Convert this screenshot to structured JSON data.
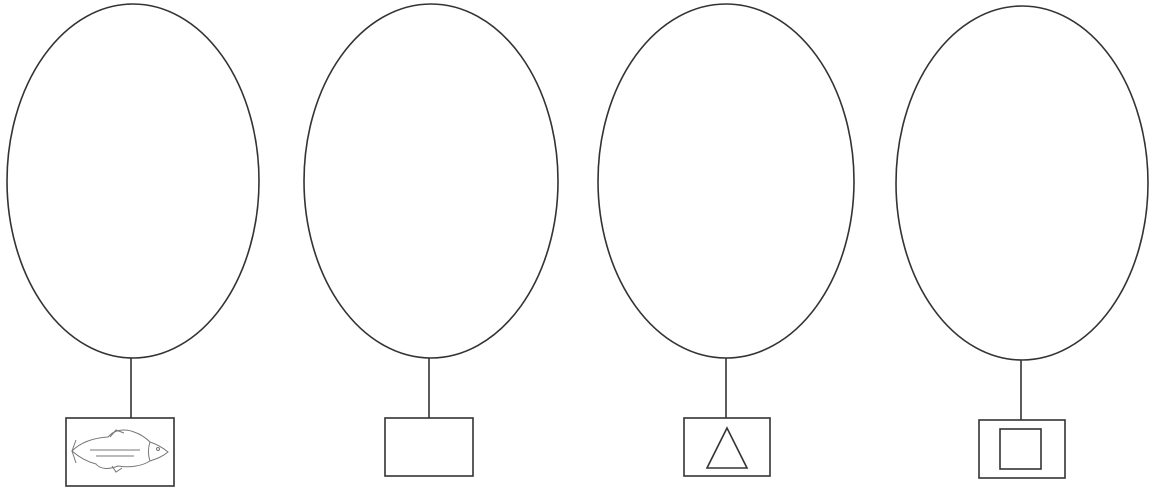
{
  "diagram": {
    "groups": [
      {
        "id": "group-1",
        "label_icon": "fish-icon"
      },
      {
        "id": "group-2",
        "label_icon": "rectangle-icon"
      },
      {
        "id": "group-3",
        "label_icon": "triangle-icon"
      },
      {
        "id": "group-4",
        "label_icon": "square-icon"
      }
    ],
    "colors": {
      "stroke": "#333333",
      "background": "#ffffff"
    }
  }
}
